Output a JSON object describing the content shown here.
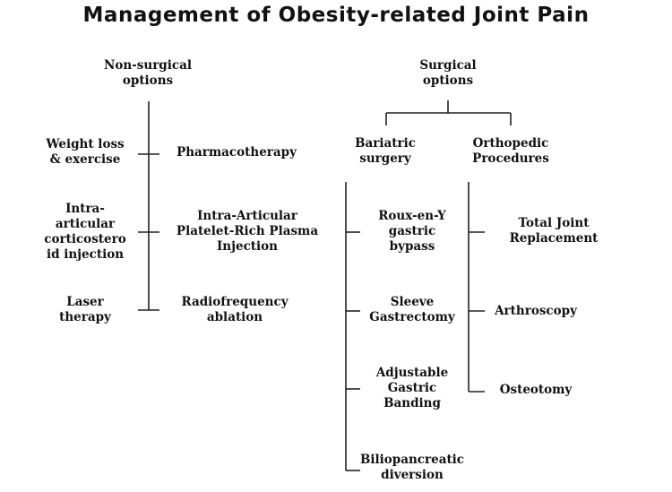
{
  "title": "Management of Obesity-related Joint Pain",
  "nonsurgical": {
    "header": "Non-surgical\noptions",
    "items": [
      {
        "left": "Weight loss\n& exercise",
        "right": "Pharmacotherapy"
      },
      {
        "left": "Intra-\narticular\ncorticostero\nid injection",
        "right": "Intra-Articular\nPlatelet-Rich Plasma\nInjection"
      },
      {
        "left": "Laser\ntherapy",
        "right": "Radiofrequency\nablation"
      }
    ]
  },
  "surgical": {
    "header": "Surgical\noptions",
    "bariatric": {
      "header": "Bariatric\nsurgery",
      "items": [
        "Roux-en-Y\ngastric\nbypass",
        "Sleeve\nGastrectomy",
        "Adjustable\nGastric\nBanding",
        "Biliopancreatic\ndiversion"
      ]
    },
    "orthopedic": {
      "header": "Orthopedic\nProcedures",
      "items": [
        "Total Joint\nReplacement",
        "Arthroscopy",
        "Osteotomy"
      ]
    }
  }
}
